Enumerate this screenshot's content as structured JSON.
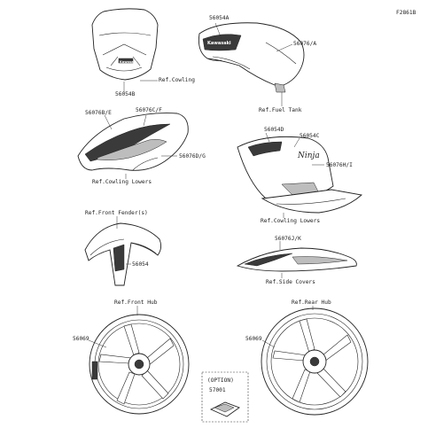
{
  "figure_code": "F2861B",
  "labels": {
    "windshield_part": "56054B",
    "ref_cowling": "Ref.Cowling",
    "tank_part_top": "56054A",
    "tank_part_side": "56076/A",
    "ref_fuel_tank": "Ref.Fuel Tank",
    "lower_left_part_a": "56076B/E",
    "lower_left_part_b": "56076C/F",
    "lower_left_part_c": "56076D/G",
    "ref_cowling_lowers_left": "Ref.Cowling Lowers",
    "lower_right_part_a": "56054D",
    "lower_right_part_b": "56054C",
    "lower_right_part_c": "56076H/I",
    "ref_cowling_lowers_right": "Ref.Cowling Lowers",
    "ref_front_fender": "Ref.Front Fender(s)",
    "fender_part": "56054",
    "side_cover_part": "56076J/K",
    "ref_side_covers": "Ref.Side Covers",
    "ref_front_hub": "Ref.Front Hub",
    "front_wheel_part": "56069",
    "ref_rear_hub": "Ref.Rear Hub",
    "rear_wheel_part": "56069",
    "option_label": "(OPTION)",
    "option_part": "57001"
  },
  "logo_text": "Kawasaki"
}
